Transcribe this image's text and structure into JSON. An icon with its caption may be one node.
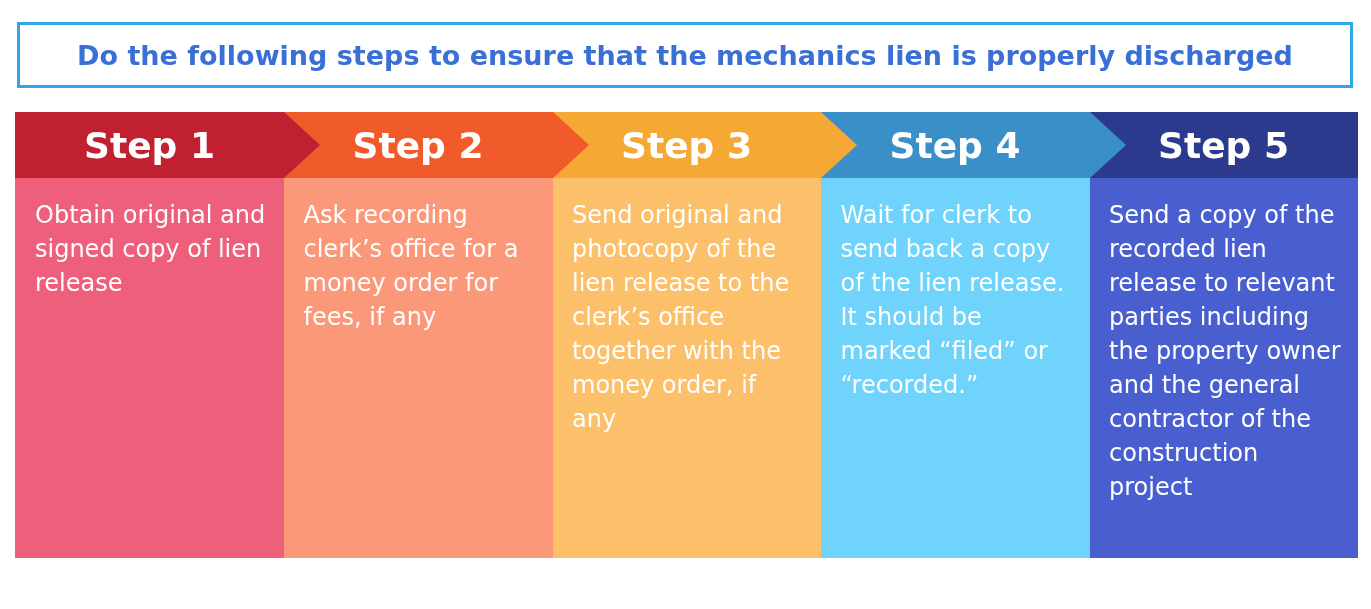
{
  "diagram": {
    "title": "Do the following steps to ensure that the mechanics lien is properly discharged",
    "nodes": [
      {
        "text": [
          "Step 1",
          "Obtain original and signed copy of lien release"
        ]
      },
      {
        "text": [
          "Step 2",
          "Ask recording clerk’s office for a money order for fees, if any"
        ]
      },
      {
        "text": [
          "Step 3",
          "Send original and photocopy of the lien release to the clerk’s office together with the money order, if any"
        ]
      },
      {
        "text": [
          "Step 4",
          "Wait for clerk to send back a copy of the lien release. It should be marked “filed” or “recorded.”"
        ]
      },
      {
        "text": [
          "Step 5",
          "Send a copy of the recorded lien release to relevant parties including the property owner and the general contractor of the construction project"
        ]
      }
    ]
  }
}
